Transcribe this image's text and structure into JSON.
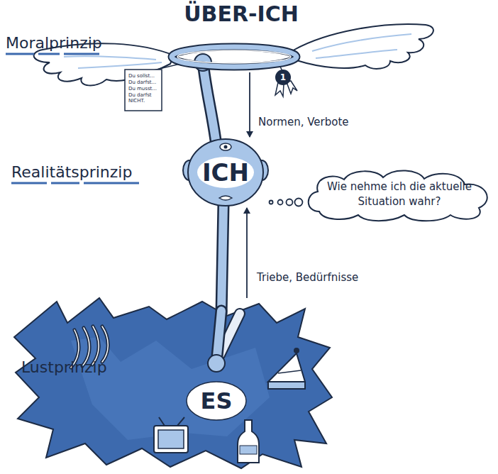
{
  "diagram": {
    "nodes": [
      {
        "text": [
          "ÜBER-ICH"
        ]
      },
      {
        "text": [
          "ICH"
        ]
      },
      {
        "text": [
          "Wie nehme ich die aktuelle Situation wahr?"
        ]
      },
      {
        "text": [
          "ES"
        ]
      }
    ],
    "edges": [
      {
        "from": 0,
        "to": 1,
        "label": "Normen, Verbote",
        "arrow": "to"
      },
      {
        "from": 3,
        "to": 1,
        "label": "Triebe, Bedürfnisse",
        "arrow": "to"
      },
      {
        "from": 1,
        "to": 2,
        "arrow": "none"
      }
    ],
    "labels": [
      "Moralprinzip",
      "Realitätsprinzip",
      "Lustprinzip",
      "Du sollst...",
      "Du darfst...",
      "Du musst...",
      "Du darfst NICHT.",
      "1"
    ]
  }
}
